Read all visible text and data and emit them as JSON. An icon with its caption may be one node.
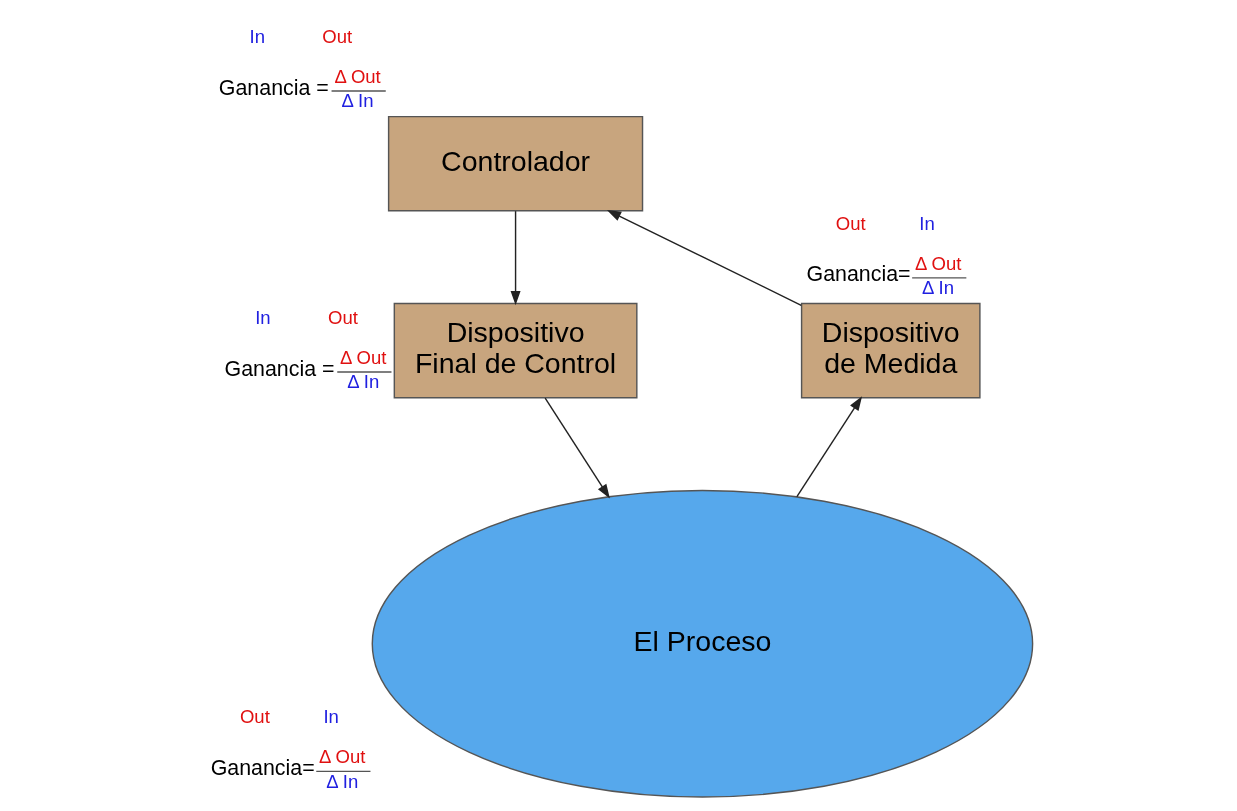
{
  "diagram": {
    "nodes": [
      {
        "text": [
          "Controlador"
        ],
        "beside": [
          "Ganancia =",
          "Δ Out",
          "Δ In",
          "In",
          "Out"
        ]
      },
      {
        "text": [
          "Dispositivo Final de Control"
        ],
        "beside": [
          "In",
          "Out",
          "Ganancia =",
          "Δ Out",
          "Δ In"
        ]
      },
      {
        "text": [
          "El Proceso"
        ],
        "beside": [
          "Out",
          "In",
          "Ganancia=",
          "Δ Out",
          "Δ In"
        ]
      },
      {
        "text": [
          "Dispositivo de Medida"
        ],
        "beside": [
          "Out",
          "Ganancia=",
          "Δ Out",
          "Δ In",
          "In"
        ]
      }
    ],
    "edges": [
      {
        "from": 0,
        "to": 1,
        "arrow": "to"
      },
      {
        "from": 1,
        "to": 2,
        "arrow": "to"
      },
      {
        "from": 2,
        "to": 3,
        "arrow": "to"
      },
      {
        "from": 3,
        "to": 0,
        "arrow": "to"
      }
    ]
  }
}
